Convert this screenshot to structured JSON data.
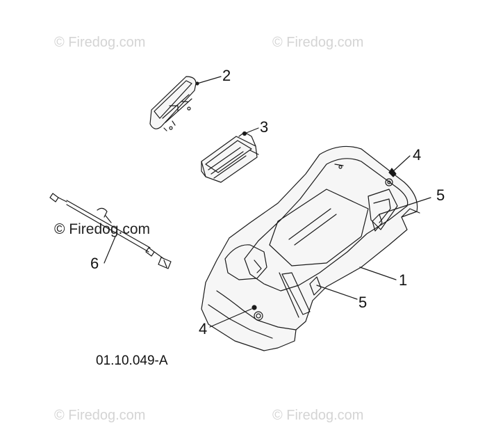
{
  "watermark": {
    "text": "© Firedog.com"
  },
  "callouts": {
    "c1": "1",
    "c2": "2",
    "c3": "3",
    "c4_top": "4",
    "c4_bottom": "4",
    "c5_top": "5",
    "c5_bottom": "5",
    "c6": "6"
  },
  "drawing_code": "01.10.049-A",
  "colors": {
    "line": "#1a1a1a",
    "watermark": "#d4d4d4",
    "part_fill": "#f6f6f6"
  }
}
